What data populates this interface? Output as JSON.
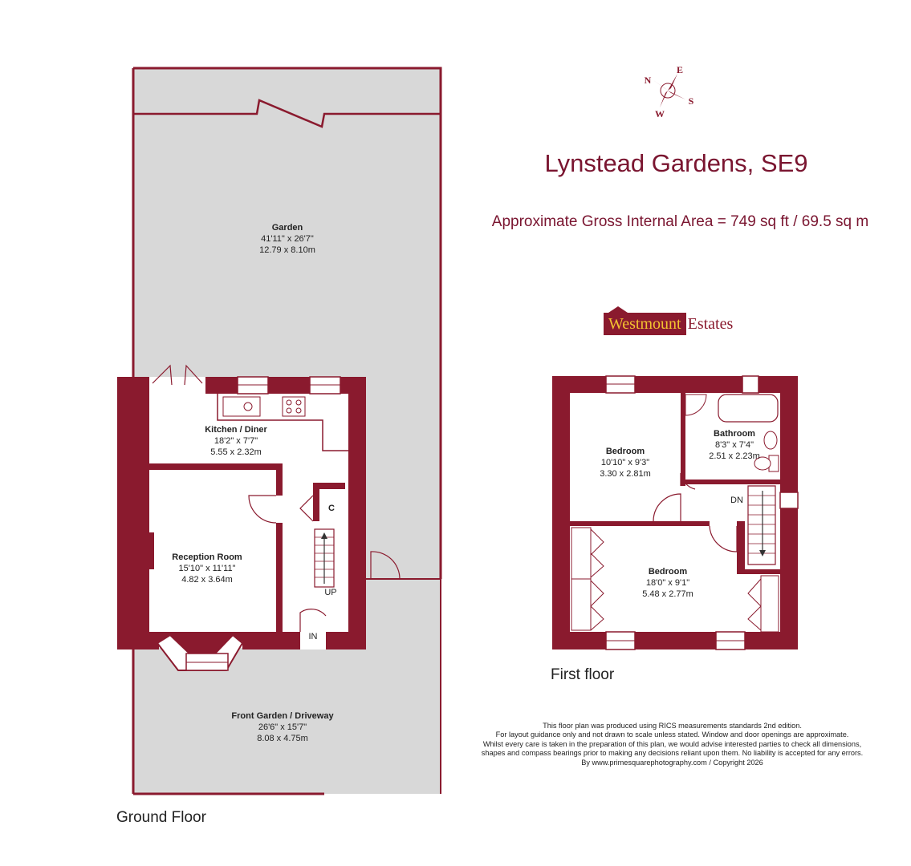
{
  "title": "Lynstead Gardens, SE9",
  "area": "Approximate Gross Internal Area = 749 sq ft / 69.5 sq m",
  "logo": {
    "brand": "Westmount",
    "suffix": "Estates"
  },
  "compass": {
    "n": "N",
    "e": "E",
    "s": "S",
    "w": "W"
  },
  "colors": {
    "wall": "#8a1a2e",
    "outside": "#d8d8d8",
    "text": "#222222",
    "title": "#7a1530"
  },
  "ground_floor": {
    "label": "Ground Floor",
    "rooms": {
      "garden": {
        "name": "Garden",
        "imperial": "41'11\" x 26'7\"",
        "metric": "12.79 x 8.10m"
      },
      "kitchen": {
        "name": "Kitchen / Diner",
        "imperial": "18'2\" x 7'7\"",
        "metric": "5.55 x 2.32m"
      },
      "reception": {
        "name": "Reception Room",
        "imperial": "15'10\" x 11'11\"",
        "metric": "4.82 x 3.64m"
      },
      "front_garden": {
        "name": "Front Garden / Driveway",
        "imperial": "26'6\" x 15'7\"",
        "metric": "8.08 x 4.75m"
      }
    },
    "cupboard": "C",
    "stairs": "UP",
    "entrance": "IN"
  },
  "first_floor": {
    "label": "First floor",
    "rooms": {
      "bedroom1": {
        "name": "Bedroom",
        "imperial": "10'10\" x 9'3\"",
        "metric": "3.30 x 2.81m"
      },
      "bathroom": {
        "name": "Bathroom",
        "imperial": "8'3\" x 7'4\"",
        "metric": "2.51 x 2.23m"
      },
      "bedroom2": {
        "name": "Bedroom",
        "imperial": "18'0\" x 9'1\"",
        "metric": "5.48 x 2.77m"
      }
    },
    "stairs": "DN"
  },
  "disclaimer": [
    "This floor plan was produced using RICS measurements standards 2nd edition.",
    "For layout guidance only and not drawn to scale unless stated. Window and door openings are approximate.",
    "Whilst every care is taken in the preparation of this plan, we would advise interested parties to check all dimensions,",
    "shapes and compass bearings prior to making any decisions reliant upon them. No liability is accepted for any errors.",
    "By www.primesquarephotography.com / Copyright 2026"
  ]
}
